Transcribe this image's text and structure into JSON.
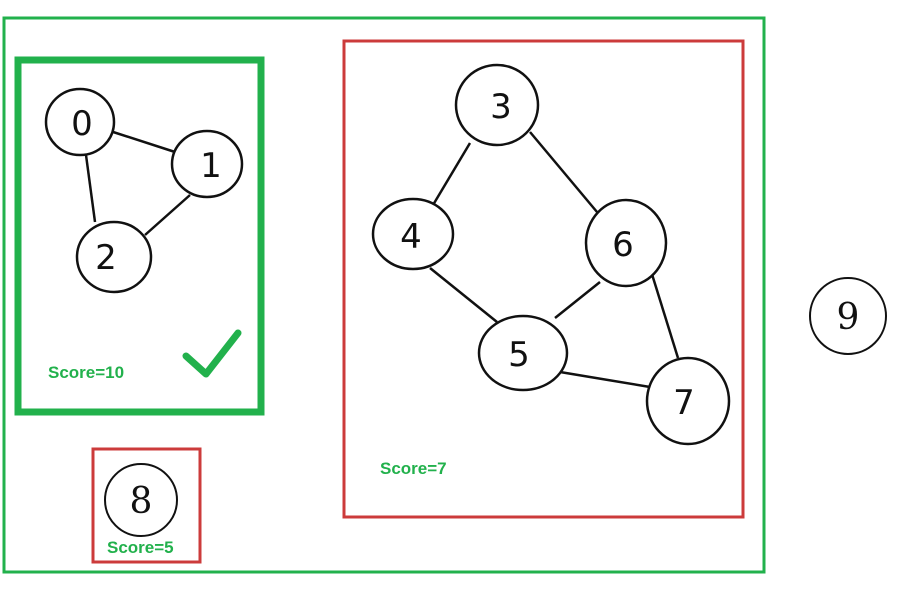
{
  "colors": {
    "good": "#22b14c",
    "bad": "#cc3b3b",
    "ink": "#111111"
  },
  "components": [
    {
      "id": "component-a",
      "status": "selected",
      "score_text": "Score=10",
      "has_checkmark": true,
      "nodes": [
        {
          "label": "0"
        },
        {
          "label": "1"
        },
        {
          "label": "2"
        }
      ],
      "edges": [
        [
          "0",
          "1"
        ],
        [
          "0",
          "2"
        ],
        [
          "1",
          "2"
        ]
      ]
    },
    {
      "id": "component-b",
      "status": "rejected",
      "score_text": "Score=7",
      "nodes": [
        {
          "label": "3"
        },
        {
          "label": "4"
        },
        {
          "label": "5"
        },
        {
          "label": "6"
        },
        {
          "label": "7"
        }
      ],
      "edges": [
        [
          "3",
          "4"
        ],
        [
          "3",
          "6"
        ],
        [
          "4",
          "5"
        ],
        [
          "5",
          "6"
        ],
        [
          "5",
          "7"
        ],
        [
          "6",
          "7"
        ]
      ]
    },
    {
      "id": "component-c",
      "status": "rejected",
      "score_text": "Score=5",
      "nodes": [
        {
          "label": "8"
        }
      ]
    }
  ],
  "outside_node": {
    "label": "9"
  }
}
